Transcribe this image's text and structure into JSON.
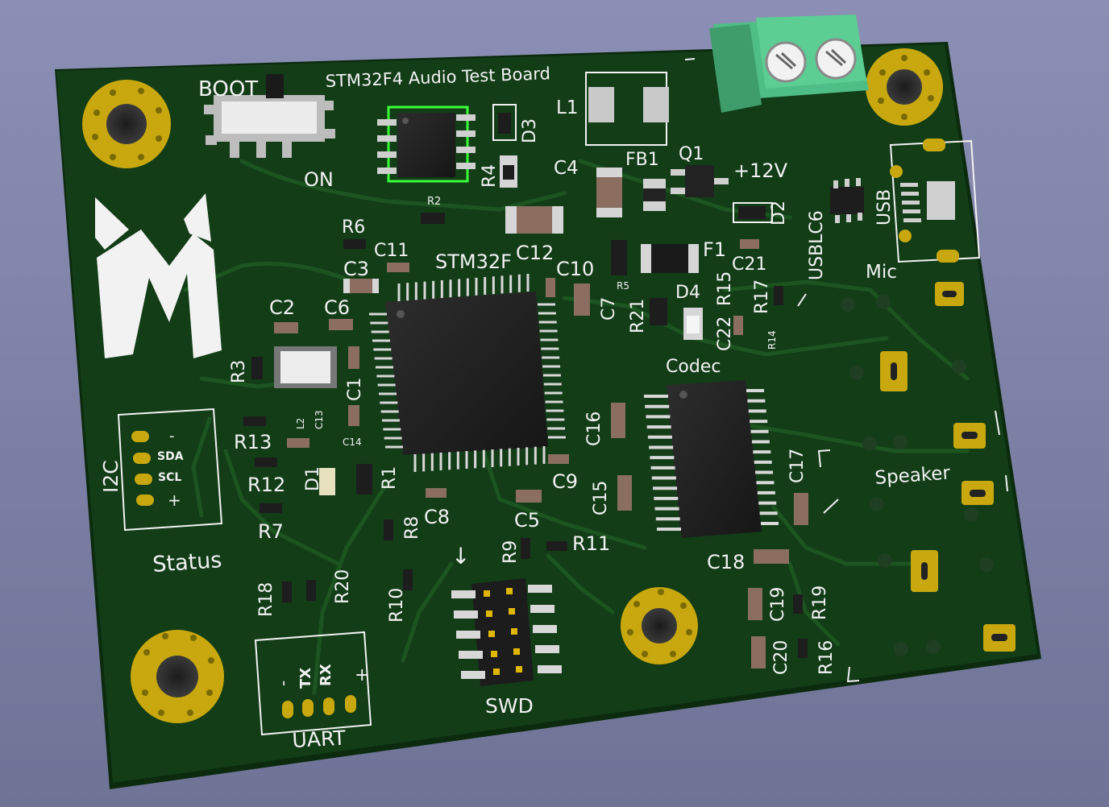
{
  "colors": {
    "board": "#123d17",
    "board_edge": "#0b2a0e",
    "trace": "#1d5521",
    "copper_pad": "#c8a80e",
    "silk": "#f2f2f2",
    "chip": "#202020",
    "terminal": "#5ccd93",
    "selection": "#39ff39"
  },
  "board": {
    "title": "STM32F4 Audio Test Board"
  },
  "labels": {
    "boot": "BOOT",
    "on": "ON",
    "r2": "R2",
    "r4": "R4",
    "d3": "D3",
    "l1": "L1",
    "c4": "C4",
    "fb1": "FB1",
    "q1": "Q1",
    "v12": "+12V",
    "d2": "D2",
    "usblc6": "USBLC6",
    "usb": "USB",
    "r6": "R6",
    "c11": "C11",
    "c3": "C3",
    "stm32f": "STM32F",
    "c12": "C12",
    "c10": "C10",
    "r5": "R5",
    "c7": "C7",
    "r21": "R21",
    "f1": "F1",
    "d4": "D4",
    "r15": "R15",
    "c21": "C21",
    "r17": "R17",
    "c22": "C22",
    "r14": "R14",
    "mic": "Mic",
    "c2": "C2",
    "c6": "C6",
    "r3": "R3",
    "c1": "C1",
    "codec": "Codec",
    "r13": "R13",
    "l2": "L2",
    "c13": "C13",
    "c14": "C14",
    "r12": "R12",
    "d1": "D1",
    "r1": "R1",
    "r7": "R7",
    "c16": "C16",
    "c9": "C9",
    "c15": "C15",
    "c17": "C17",
    "speaker": "Speaker",
    "r8": "R8",
    "c8": "C8",
    "c5": "C5",
    "r9": "R9",
    "r11": "R11",
    "c18": "C18",
    "status": "Status",
    "r18": "R18",
    "r20": "R20",
    "r10": "R10",
    "arrow": "↓",
    "c19": "C19",
    "r19": "R19",
    "c20": "C20",
    "r16": "R16",
    "swd": "SWD",
    "uart": "UART",
    "i2c": "I2C",
    "i2c_minus": "-",
    "i2c_sda": "SDA",
    "i2c_scl": "SCL",
    "i2c_plus": "+",
    "uart_minus": "-",
    "uart_tx": "TX",
    "uart_rx": "RX",
    "uart_plus": "+"
  }
}
